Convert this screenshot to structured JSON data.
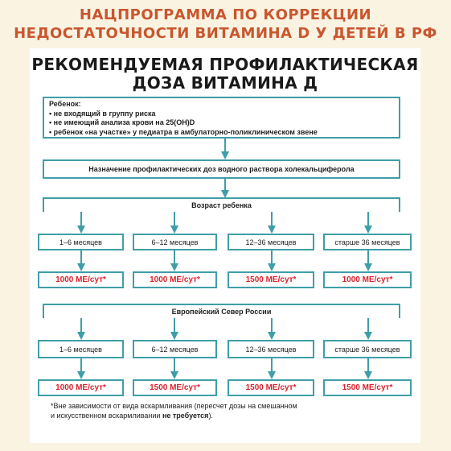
{
  "header": {
    "line1": "НАЦПРОГРАММА ПО КОРРЕКЦИИ",
    "line2": "НЕДОСТАТОЧНОСТИ ВИТАМИНА D У ДЕТЕЙ В РФ"
  },
  "card": {
    "title1": "РЕКОМЕНДУЕМАЯ ПРОФИЛАКТИЧЕСКАЯ",
    "title2": "ДОЗА ВИТАМИНА Д"
  },
  "child": {
    "heading": "Ребенок:",
    "items": [
      "• не входящий в группу риска",
      "• не имеющий анализа крови на 25(OH)D",
      "• ребенок «на участке» у педиатра в амбулаторно-поликлиническом звене"
    ]
  },
  "prescription": "Назначение профилактических доз водного раствора холекальциферола",
  "age_label": "Возраст ребенка",
  "group1": {
    "ages": [
      "1–6 месяцев",
      "6–12 месяцев",
      "12–36 месяцев",
      "старше 36 месяцев"
    ],
    "doses": [
      "1000 МЕ/сут*",
      "1000 МЕ/сут*",
      "1500 МЕ/сут*",
      "1000 МЕ/сут*"
    ]
  },
  "region_label": "Европейский Север России",
  "group2": {
    "ages": [
      "1–6 месяцев",
      "6–12 месяцев",
      "12–36 месяцев",
      "старше 36 месяцев"
    ],
    "doses": [
      "1000 МЕ/сут*",
      "1500 МЕ/сут*",
      "1500 МЕ/сут*",
      "1500 МЕ/сут*"
    ]
  },
  "footnote": {
    "part1": "*Вне зависимости от вида вскармливания (пересчет дозы на смешанном",
    "part2": "и искусственном вскармливании ",
    "bold": "не требуется",
    "part3": ")."
  },
  "colors": {
    "title": "#c9562e",
    "border": "#3f9ea8",
    "dose": "#d9232e",
    "background": "#faf3e2"
  }
}
